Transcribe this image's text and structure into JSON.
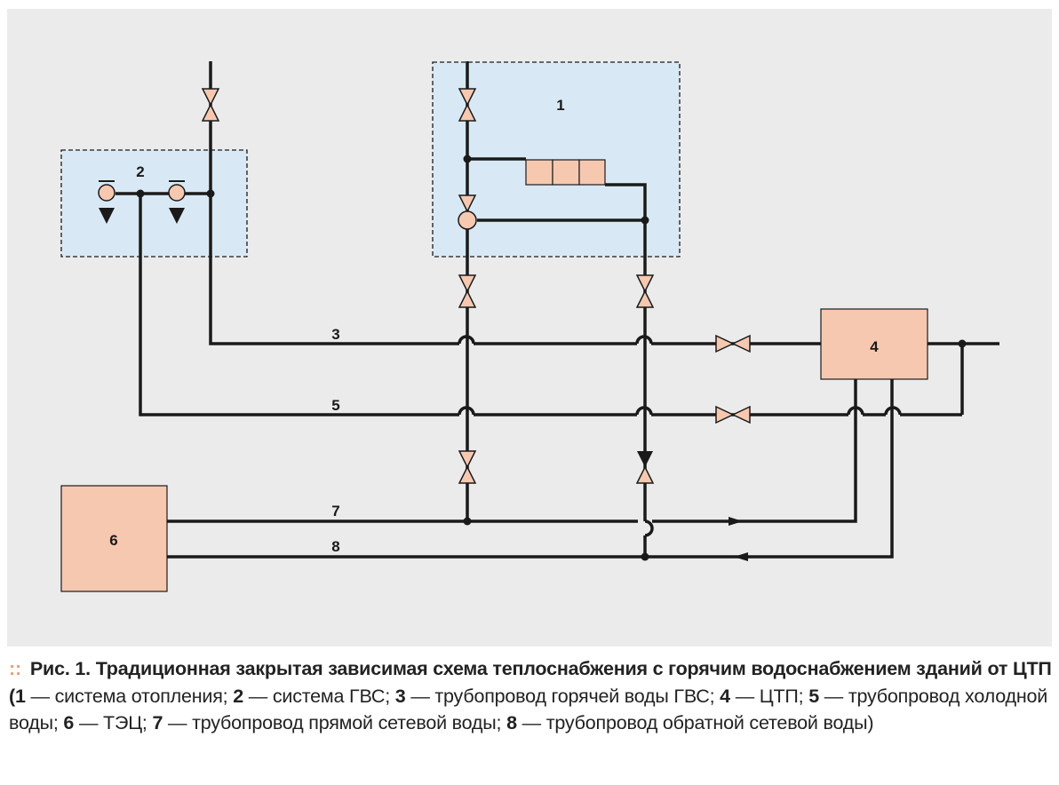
{
  "labels": {
    "zone_heating": "1",
    "zone_dhw": "2",
    "pipe_hot_water": "3",
    "box_ctp": "4",
    "pipe_cold_water": "5",
    "box_chp": "6",
    "pipe_supply": "7",
    "pipe_return": "8"
  },
  "caption": {
    "marker": "::",
    "fig_label": "Рис. 1.",
    "title": " Традиционная закрытая зависимая схема теплоснабжения с горячим водоснабжением зданий от ЦТП (",
    "items": [
      {
        "num": "1",
        "text": " — система отопления; "
      },
      {
        "num": "2",
        "text": " — система ГВС; "
      },
      {
        "num": "3",
        "text": " — трубопровод горячей воды ГВС; "
      },
      {
        "num": "4",
        "text": " — ЦТП; "
      },
      {
        "num": "5",
        "text": " — трубопровод холодной воды; "
      },
      {
        "num": "6",
        "text": " — ТЭЦ; "
      },
      {
        "num": "7",
        "text": " — трубопровод прямой сетевой воды; "
      },
      {
        "num": "8",
        "text": " — трубопровод обратной сетевой воды)"
      }
    ]
  },
  "colors": {
    "background": "#ebebeb",
    "zone_fill": "#d8e9f5",
    "equipment_fill": "#f7c8b0",
    "pipe": "#1a1a1a",
    "caption_marker": "#e8a07a"
  }
}
